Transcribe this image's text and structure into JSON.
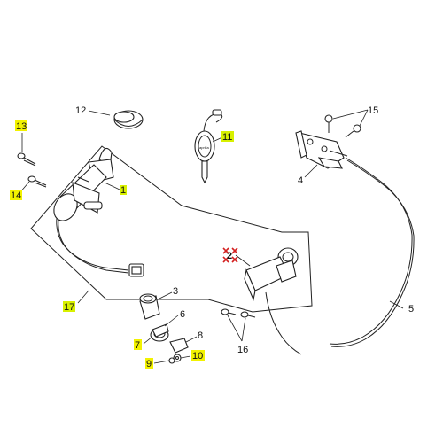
{
  "title": "",
  "labels": {
    "p1": "1",
    "p2": "2",
    "p3": "3",
    "p4": "4",
    "p5": "5",
    "p6": "6",
    "p7": "7",
    "p8": "8",
    "p9": "9",
    "p10": "10",
    "p11": "11",
    "p12": "12",
    "p13": "13",
    "p14": "14",
    "p15": "15",
    "p16": "16",
    "p17": "17"
  },
  "key_brand": "aprilia",
  "colors": {
    "line": "#222222",
    "label_highlight": "#f2f200",
    "label_highlight_green": "#d8f000",
    "marker_red": "#d42020"
  }
}
